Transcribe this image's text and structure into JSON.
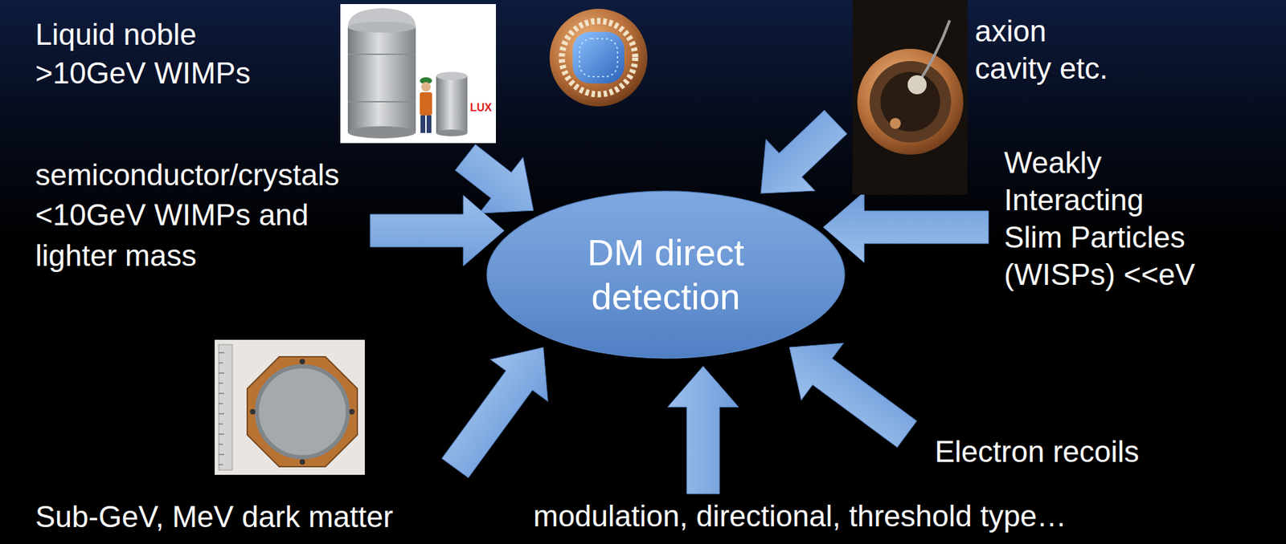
{
  "diagram": {
    "nodes": [
      {
        "text": [
          "DM direct detection"
        ]
      }
    ],
    "labels": [
      "Liquid noble >10GeV WIMPs",
      "LUX",
      "semiconductor/crystals <10GeV WIMPs and lighter mass",
      "Sub-GeV, MeV dark matter",
      "modulation, directional, threshold type…",
      "Electron recoils",
      "Weakly Interacting Slim Particles (WISPs) <<eV",
      "axion cavity etc."
    ]
  }
}
